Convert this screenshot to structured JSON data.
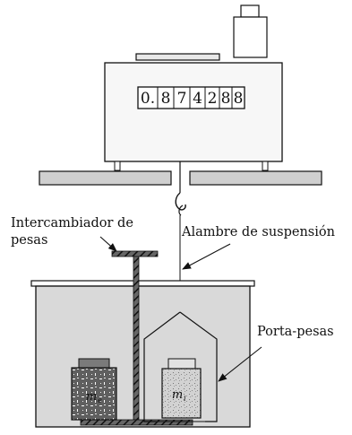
{
  "display": {
    "digits": [
      "0.",
      "8",
      "7",
      "4",
      "2",
      "8",
      "8"
    ]
  },
  "labels": {
    "exchanger_line1": "Intercambiador de",
    "exchanger_line2": "pesas",
    "suspension_wire": "Alambre de suspensión",
    "weight_holder": "Porta-pesas"
  },
  "masses": {
    "left": {
      "symbol": "m",
      "subscript": "e"
    },
    "right": {
      "symbol": "m",
      "subscript": "i"
    }
  },
  "colors": {
    "outline": "#111111",
    "panel": "#f7f7f7",
    "shelf": "#cfcfcf",
    "tank": "#d9d9d9",
    "left_mass": "#6b6b6b",
    "right_mass": "#c8c8c8",
    "hatched_bar": "#333333"
  }
}
